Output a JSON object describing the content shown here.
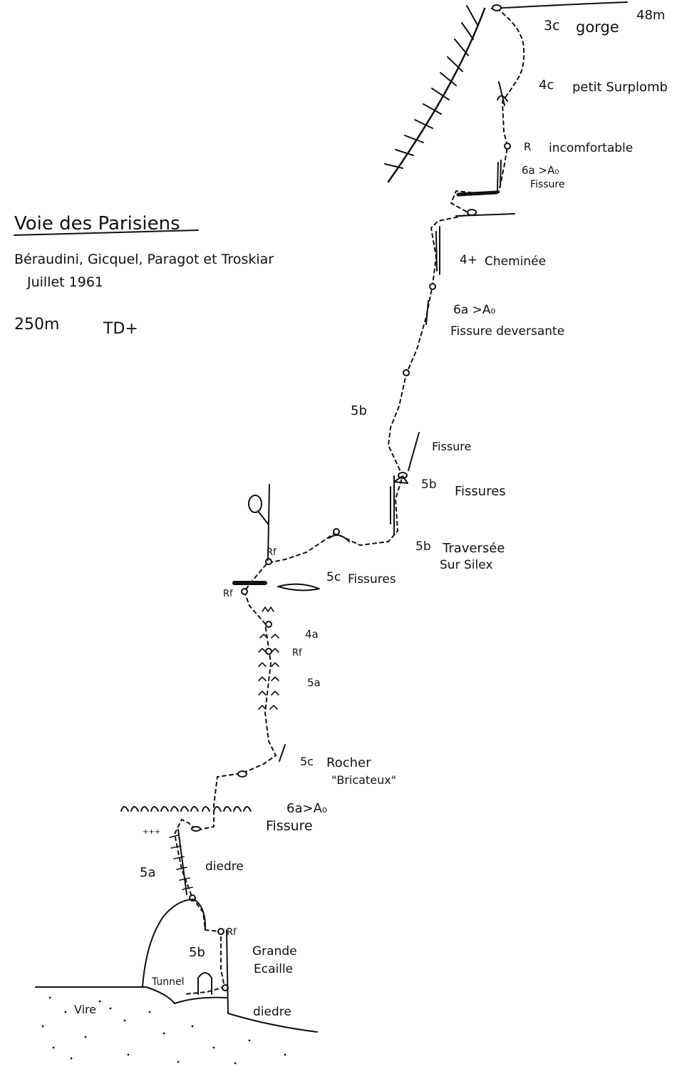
{
  "title": "Voie des Parisiens",
  "authors": "Béraudini, Gicquel, Paragot et Troskiar",
  "date": "Juillet 1961",
  "length": "250m",
  "grade": "TD+",
  "pitches": [
    {
      "id": "gorge",
      "grade": "3c",
      "text": "gorge"
    },
    {
      "id": "top-length",
      "text": "48m"
    },
    {
      "id": "petit-surplomb",
      "grade": "4c",
      "text": "petit Surplomb"
    },
    {
      "id": "relais-incomfortable",
      "grade": "R",
      "text": "incomfortable"
    },
    {
      "id": "fissure-top",
      "grade": "6a >A₀",
      "text": "Fissure"
    },
    {
      "id": "cheminee",
      "grade": "4+",
      "text": "Cheminée"
    },
    {
      "id": "fissure-deversante",
      "grade": "6a >A₀",
      "text": "Fissure deversante"
    },
    {
      "id": "5b-mid",
      "grade": "5b",
      "text": ""
    },
    {
      "id": "fissure-single",
      "grade": "",
      "text": "Fissure"
    },
    {
      "id": "5b-fissures",
      "grade": "5b",
      "text": "Fissures"
    },
    {
      "id": "traversee",
      "grade": "5b",
      "text": "Traversée",
      "text2": "Sur Silex"
    },
    {
      "id": "5c-fissures",
      "grade": "5c",
      "text": "Fissures"
    },
    {
      "id": "4a",
      "grade": "4a",
      "text": ""
    },
    {
      "id": "5a-mid",
      "grade": "5a",
      "text": ""
    },
    {
      "id": "rocher",
      "grade": "5c",
      "text": "Rocher",
      "text2": "\"Bricateux\""
    },
    {
      "id": "fissure-low",
      "grade": "6a>A₀",
      "text": "Fissure"
    },
    {
      "id": "diedre-low",
      "grade": "5a",
      "text": "diedre"
    },
    {
      "id": "grande-ecaille",
      "grade": "5b",
      "text": "Grande",
      "text2": "Ecaille"
    },
    {
      "id": "diedre-base",
      "grade": "",
      "text": "diedre"
    }
  ],
  "markers": {
    "rf": "Rf",
    "tunnel": "Tunnel",
    "vire": "Vire",
    "piton": "+++"
  }
}
